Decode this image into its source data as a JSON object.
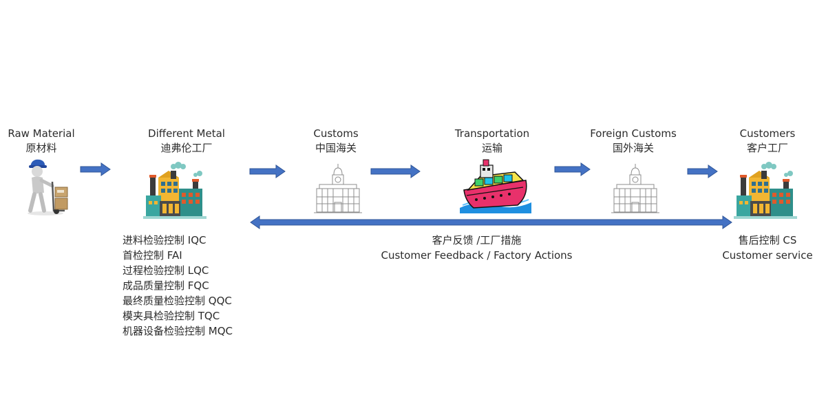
{
  "stages": [
    {
      "id": "raw",
      "en": "Raw Material",
      "zh": "原材料",
      "icon": "worker-with-hand-truck-icon"
    },
    {
      "id": "factory",
      "en": "Different Metal",
      "zh": "迪弗伦工厂",
      "icon": "factory-icon"
    },
    {
      "id": "customs",
      "en": "Customs",
      "zh": "中国海关",
      "icon": "customs-building-icon"
    },
    {
      "id": "transport",
      "en": "Transportation",
      "zh": "运输",
      "icon": "cargo-ship-icon"
    },
    {
      "id": "foreign",
      "en": "Foreign Customs",
      "zh": "国外海关",
      "icon": "customs-building-icon"
    },
    {
      "id": "customers",
      "en": "Customers",
      "zh": "客户工厂",
      "icon": "factory-icon"
    }
  ],
  "quality_controls": [
    "进料检验控制 IQC",
    "首检控制 FAI",
    "过程检验控制 LQC",
    "成品质量控制 FQC",
    "最终质量检验控制 QQC",
    "模夹具检验控制 TQC",
    "机器设备检验控制 MQC"
  ],
  "feedback": {
    "zh": "客户反馈 /工厂措施",
    "en": "Customer Feedback / Factory Actions"
  },
  "customer_service": {
    "zh": "售后控制 CS",
    "en": "Customer service"
  },
  "colors": {
    "arrow_fill": "#4472c4",
    "arrow_stroke": "#2f5597",
    "text": "#2b2b2b"
  }
}
